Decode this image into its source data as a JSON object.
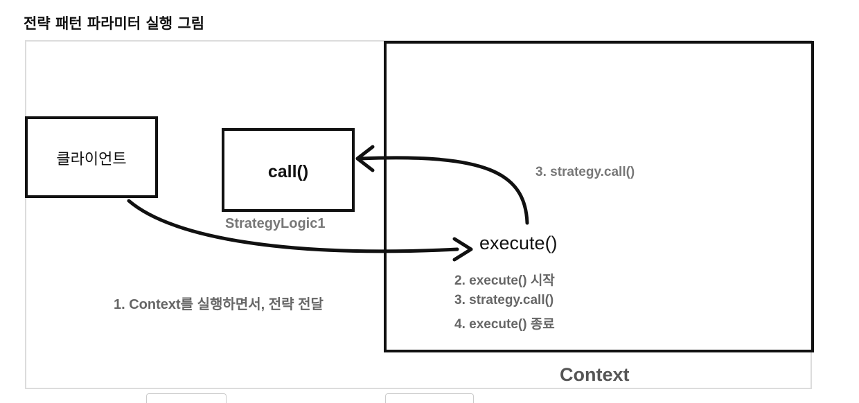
{
  "title": "전략 패턴 파라미터 실행 그림",
  "client": {
    "label": "클라이언트"
  },
  "strategy": {
    "method": "call()",
    "name": "StrategyLogic1"
  },
  "context": {
    "name": "Context",
    "method": "execute()",
    "steps": [
      "2. execute() 시작",
      "3. strategy.call()",
      "4. execute() 종료"
    ],
    "call_step": "3. strategy.call()"
  },
  "client_step": "1. Context를 실행하면서, 전략 전달",
  "colors": {
    "stroke": "#111111",
    "muted_text": "#777777",
    "frame_border": "#dcdcdc"
  }
}
